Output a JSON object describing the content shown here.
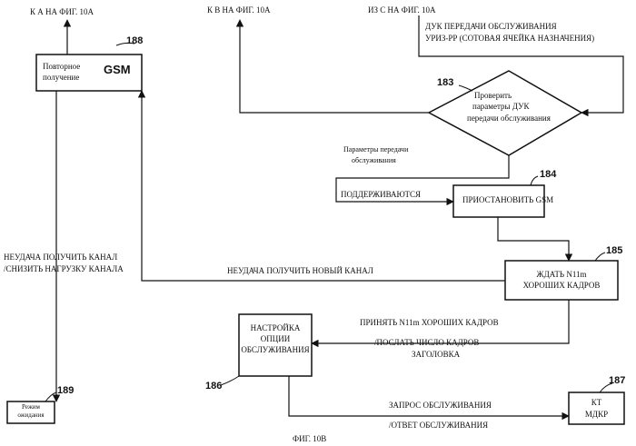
{
  "top_labels": {
    "to_a": "К А НА ФИГ. 10А",
    "to_b": "К В НА ФИГ. 10А",
    "from_c": "ИЗ С НА ФИГ. 10А"
  },
  "handoff_message": {
    "line1": "ДУК ПЕРЕДАЧИ ОБСЛУЖИВАНИЯ",
    "line2": "УРИЗ-РР (СОТОВАЯ ЯЧЕЙКА НАЗНАЧЕНИЯ)"
  },
  "box_188": {
    "number": "188",
    "line1": "Повторное",
    "line2": "получение",
    "tag": "GSM"
  },
  "diamond_183": {
    "number": "183",
    "line1": "Проверить",
    "line2": "параметры ДУК",
    "line3": "передачи обслуживания"
  },
  "params_label": {
    "line1": "Параметры передачи",
    "line2": "обслуживания"
  },
  "supported_label": "ПОДДЕРЖИВАЮТСЯ",
  "box_184": {
    "number": "184",
    "label": "ПРИОСТАНОВИТЬ GSM"
  },
  "box_185": {
    "number": "185",
    "line1": "ЖДАТЬ N11m",
    "line2": "ХОРОШИХ КАДРОВ"
  },
  "fail_new_channel": "НЕУДАЧА ПОЛУЧИТЬ НОВЫЙ КАНАЛ",
  "fail_channel": {
    "line1": "НЕУДАЧА ПОЛУЧИТЬ КАНАЛ",
    "line2": "/СНИЗИТЬ НАГРУЗКУ КАНАЛА"
  },
  "box_186": {
    "number": "186",
    "line1": "НАСТРОЙКА",
    "line2": "ОПЦИИ",
    "line3": "ОБСЛУЖИВАНИЯ"
  },
  "accept_frames": "ПРИНЯТЬ N11m ХОРОШИХ КАДРОВ",
  "send_frames": {
    "line1": "/ПОСЛАТЬ ЧИСЛО КАДРОВ",
    "line2": "ЗАГОЛОВКА"
  },
  "box_187": {
    "number": "187",
    "line1": "КТ",
    "line2": "МДКР"
  },
  "service_request": "ЗАПРОС ОБСЛУЖИВАНИЯ",
  "service_response": "/ОТВЕТ ОБСЛУЖИВАНИЯ",
  "box_189": {
    "number": "189",
    "line1": "Режим",
    "line2": "ожидания"
  },
  "figure_caption": "ФИГ. 10В"
}
